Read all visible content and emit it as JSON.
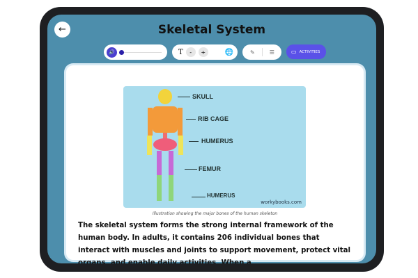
{
  "header": {
    "title": "Skeletal System",
    "back_icon": "arrow-left-icon"
  },
  "toolbar": {
    "volume_level": 0,
    "minus_label": "-",
    "plus_label": "+",
    "activities_label": "ACTIVITIES",
    "accent": "#5a51e8"
  },
  "figure": {
    "labels": [
      "SKULL",
      "RIB CAGE",
      "HUMERUS",
      "FEMUR",
      "HUMERUS"
    ],
    "credit": "workybooks.com",
    "caption": "Illustration showing the major bones of the human skeleton"
  },
  "body_text": "The skeletal system forms the strong internal framework of the human body. In adults, it contains 206 individual bones that interact with muscles and joints to support movement, protect vital organs, and enable daily activities. When a"
}
